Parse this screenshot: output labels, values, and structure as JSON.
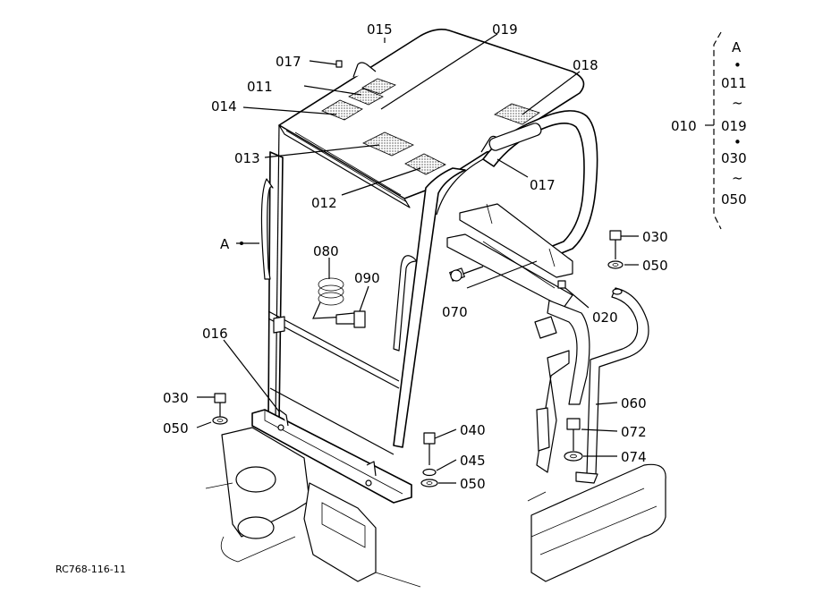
{
  "callouts": [
    {
      "id": "c015",
      "text": "015"
    },
    {
      "id": "c019",
      "text": "019"
    },
    {
      "id": "c017a",
      "text": "017"
    },
    {
      "id": "c018",
      "text": "018"
    },
    {
      "id": "c011",
      "text": "011"
    },
    {
      "id": "c014",
      "text": "014"
    },
    {
      "id": "c013",
      "text": "013"
    },
    {
      "id": "c017b",
      "text": "017"
    },
    {
      "id": "c012",
      "text": "012"
    },
    {
      "id": "cA",
      "text": "A"
    },
    {
      "id": "c080",
      "text": "080"
    },
    {
      "id": "c090",
      "text": "090"
    },
    {
      "id": "c070",
      "text": "070"
    },
    {
      "id": "c030a",
      "text": "030"
    },
    {
      "id": "c050a",
      "text": "050"
    },
    {
      "id": "c020",
      "text": "020"
    },
    {
      "id": "c016",
      "text": "016"
    },
    {
      "id": "c030b",
      "text": "030"
    },
    {
      "id": "c050b",
      "text": "050"
    },
    {
      "id": "c040",
      "text": "040"
    },
    {
      "id": "c045",
      "text": "045"
    },
    {
      "id": "c050c",
      "text": "050"
    },
    {
      "id": "c060",
      "text": "060"
    },
    {
      "id": "c072",
      "text": "072"
    },
    {
      "id": "c074",
      "text": "074"
    }
  ],
  "assembly_group": {
    "label": "010",
    "items": [
      "A",
      "011",
      "019",
      "030",
      "050"
    ],
    "range_marks": [
      "•",
      "~",
      "•",
      "~"
    ]
  },
  "reference_code": "RC768-116-11"
}
